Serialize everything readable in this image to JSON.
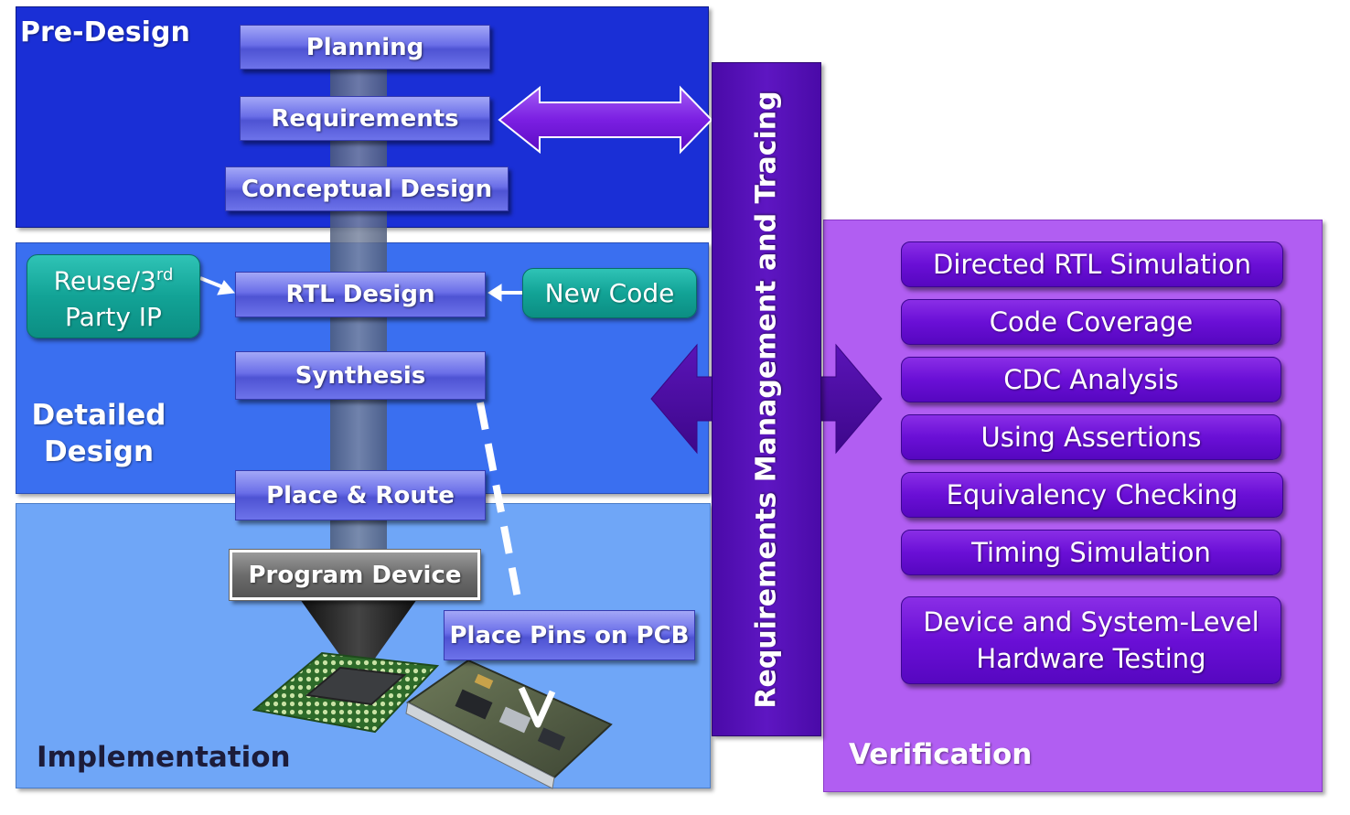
{
  "phases": {
    "pre_design": "Pre-Design",
    "detailed_line1": "Detailed",
    "detailed_line2": "Design",
    "implementation": "Implementation",
    "verification": "Verification"
  },
  "flow_steps": {
    "planning": "Planning",
    "requirements": "Requirements",
    "conceptual_design": "Conceptual Design",
    "rtl_design": "RTL Design",
    "synthesis": "Synthesis",
    "place_route": "Place & Route",
    "program_device": "Program Device",
    "place_pins": "Place Pins on PCB"
  },
  "inputs": {
    "reuse_prefix": "Reuse/3",
    "reuse_sup": "rd",
    "reuse_line2": "Party IP",
    "new_code": "New Code"
  },
  "tracing_bar": "Requirements Management and Tracing",
  "verification_items": {
    "directed_rtl": "Directed RTL Simulation",
    "code_coverage": "Code Coverage",
    "cdc": "CDC Analysis",
    "assertions": "Using Assertions",
    "equivalency": "Equivalency Checking",
    "timing_sim": "Timing Simulation",
    "hw_line1": "Device and System-Level",
    "hw_line2": "Hardware Testing"
  },
  "colors": {
    "pre_design_bg": "#1a2fd6",
    "detailed_bg": "#3a6ff0",
    "implementation_bg": "#6fa6f7",
    "verification_bg": "#b15ef2",
    "tracing_bar": "#5a12bc",
    "step_box": "#5d63e0",
    "input_box": "#14a89b"
  },
  "icons": [
    "double-arrow-icon",
    "flow-arrow-icon",
    "fpga-chip-icon",
    "pcb-board-icon"
  ]
}
